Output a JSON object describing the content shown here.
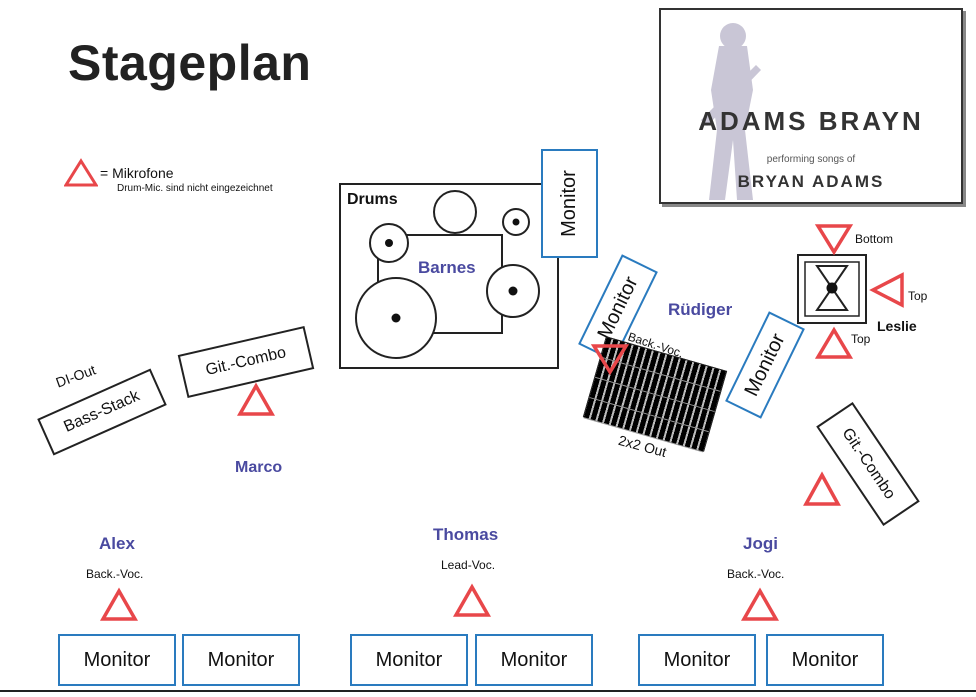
{
  "title": "Stageplan",
  "legend": {
    "label": "= Mikrofone",
    "note": "Drum-Mic. sind nicht eingezeichnet"
  },
  "logo": {
    "band": "ADAMS BRAYN",
    "subtitle": "performing songs of",
    "artist": "BRYAN ADAMS"
  },
  "drums": {
    "label": "Drums",
    "player": "Barnes"
  },
  "monitors": {
    "drum": "Monitor",
    "ruediger_left": "Monitor",
    "ruediger_right": "Monitor",
    "alex_1": "Monitor",
    "alex_2": "Monitor",
    "thomas_1": "Monitor",
    "thomas_2": "Monitor",
    "jogi_1": "Monitor",
    "jogi_2": "Monitor"
  },
  "leslie": {
    "label": "Leslie",
    "bottom": "Bottom",
    "top_right": "Top",
    "top_bottom": "Top"
  },
  "ruediger": {
    "name": "Rüdiger",
    "vocal": "Back.-Voc.",
    "keys_out": "2x2 Out"
  },
  "marco": {
    "name": "Marco",
    "combo": "Git.-Combo"
  },
  "bass": {
    "di": "DI-Out",
    "stack": "Bass-Stack"
  },
  "jogi_combo": "Git.-Combo",
  "performers": {
    "alex": {
      "name": "Alex",
      "vocal": "Back.-Voc."
    },
    "thomas": {
      "name": "Thomas",
      "vocal": "Lead-Voc."
    },
    "jogi": {
      "name": "Jogi",
      "vocal": "Back.-Voc."
    }
  },
  "colors": {
    "mic": "#e8474a",
    "monitor_border": "#2a7bbf",
    "name": "#4a4aa0"
  }
}
